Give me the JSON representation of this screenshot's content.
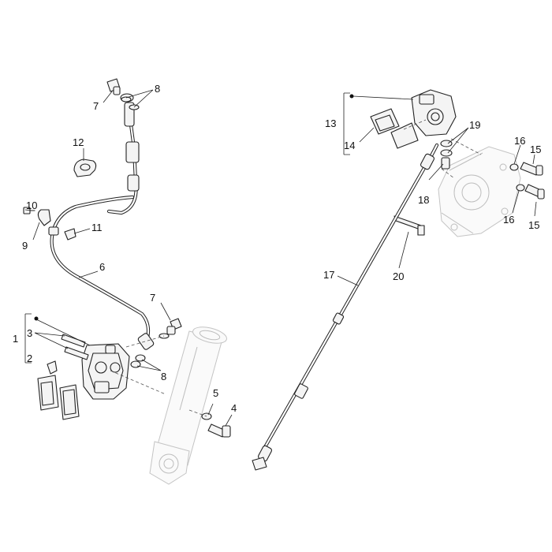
{
  "diagram": {
    "callouts": [
      {
        "id": "c7a",
        "text": "7"
      },
      {
        "id": "c8a",
        "text": "8"
      },
      {
        "id": "c12",
        "text": "12"
      },
      {
        "id": "c10",
        "text": "10"
      },
      {
        "id": "c9",
        "text": "9"
      },
      {
        "id": "c11",
        "text": "11"
      },
      {
        "id": "c6",
        "text": "6"
      },
      {
        "id": "c7b",
        "text": "7"
      },
      {
        "id": "c1",
        "text": "1"
      },
      {
        "id": "c3",
        "text": "3"
      },
      {
        "id": "c2",
        "text": "2"
      },
      {
        "id": "c8b",
        "text": "8"
      },
      {
        "id": "c5",
        "text": "5"
      },
      {
        "id": "c4",
        "text": "4"
      },
      {
        "id": "c13",
        "text": "13"
      },
      {
        "id": "c14",
        "text": "14"
      },
      {
        "id": "c19",
        "text": "19"
      },
      {
        "id": "c18",
        "text": "18"
      },
      {
        "id": "c16a",
        "text": "16"
      },
      {
        "id": "c15a",
        "text": "15"
      },
      {
        "id": "c16b",
        "text": "16"
      },
      {
        "id": "c15b",
        "text": "15"
      },
      {
        "id": "c17",
        "text": "17"
      },
      {
        "id": "c20",
        "text": "20"
      }
    ]
  }
}
